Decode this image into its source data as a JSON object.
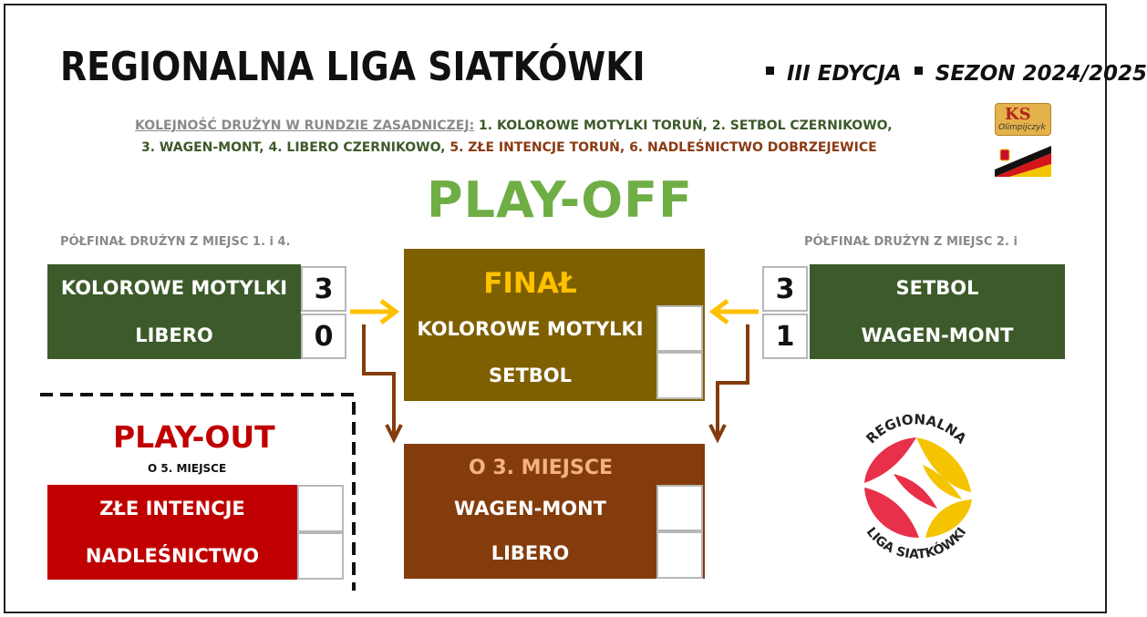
{
  "header": {
    "title": "REGIONALNA LIGA SIATKÓWKI",
    "edition": "III EDYCJA",
    "season": "SEZON 2024/2025"
  },
  "standings": {
    "label": "KOLEJNOŚĆ DRUŻYN W RUNDZIE ZASADNICZEJ:",
    "items": [
      "1. KOLOROWE MOTYLKI TORUŃ,",
      "2. SETBOL CZERNIKOWO,",
      "3. WAGEN-MONT,",
      "4. LIBERO CZERNIKOWO,",
      "5. ZŁE INTENCJE TORUŃ,",
      "6. NADLEŚNICTWO DOBRZEJEWICE"
    ]
  },
  "logos": {
    "ks_text": "KS",
    "olimpijczyk_text": "Olimpijczyk",
    "rls_top": "REGIONALNA",
    "rls_bottom": "LIGA SIATKÓWKI"
  },
  "playoff": {
    "title": "PLAY-OFF",
    "semi_left": {
      "label": "PÓŁFINAŁ DRUŻYN Z MIEJSC 1. i 4.",
      "team1": "KOLOROWE MOTYLKI",
      "score1": "3",
      "team2": "LIBERO",
      "score2": "0"
    },
    "semi_right": {
      "label": "PÓŁFINAŁ DRUŻYN Z MIEJSC 2. i",
      "team1": "SETBOL",
      "score1": "3",
      "team2": "WAGEN-MONT",
      "score2": "1"
    },
    "final": {
      "title": "FINAŁ",
      "team1": "KOLOROWE MOTYLKI",
      "team2": "SETBOL"
    },
    "third_place": {
      "title": "O 3. MIEJSCE",
      "team1": "WAGEN-MONT",
      "team2": "LIBERO"
    }
  },
  "playout": {
    "title": "PLAY-OUT",
    "subtitle": "O 5. MIEJSCE",
    "team1": "ZŁE INTENCJE",
    "team2": "NADLEŚNICTWO"
  },
  "colors": {
    "green": "#3d5a2a",
    "light_green": "#6fad45",
    "gold": "#7f6000",
    "yellow": "#ffc000",
    "brown": "#843c0c",
    "red": "#c00000"
  }
}
